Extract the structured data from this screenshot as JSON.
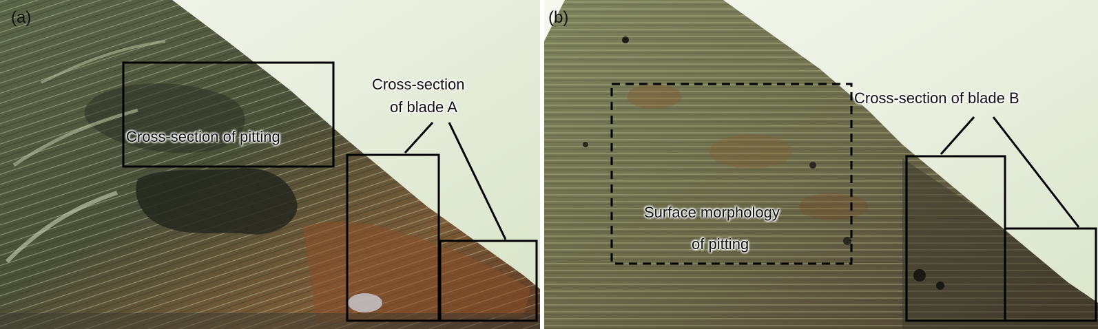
{
  "panel_a": {
    "label": "(a)",
    "pitting_caption": "Cross-section of pitting",
    "blade_caption_line1": "Cross-section",
    "blade_caption_line2": "of blade A"
  },
  "panel_b": {
    "label": "(b)",
    "morphology_caption_line1": "Surface morphology",
    "morphology_caption_line2": "of pitting",
    "blade_caption": "Cross-section of blade B"
  },
  "colors": {
    "background_light": "#e9efe0",
    "metal_dark": "#3c4430",
    "metal_mid": "#6c7450",
    "rust": "#8a5a2e",
    "frame": "#000000"
  }
}
